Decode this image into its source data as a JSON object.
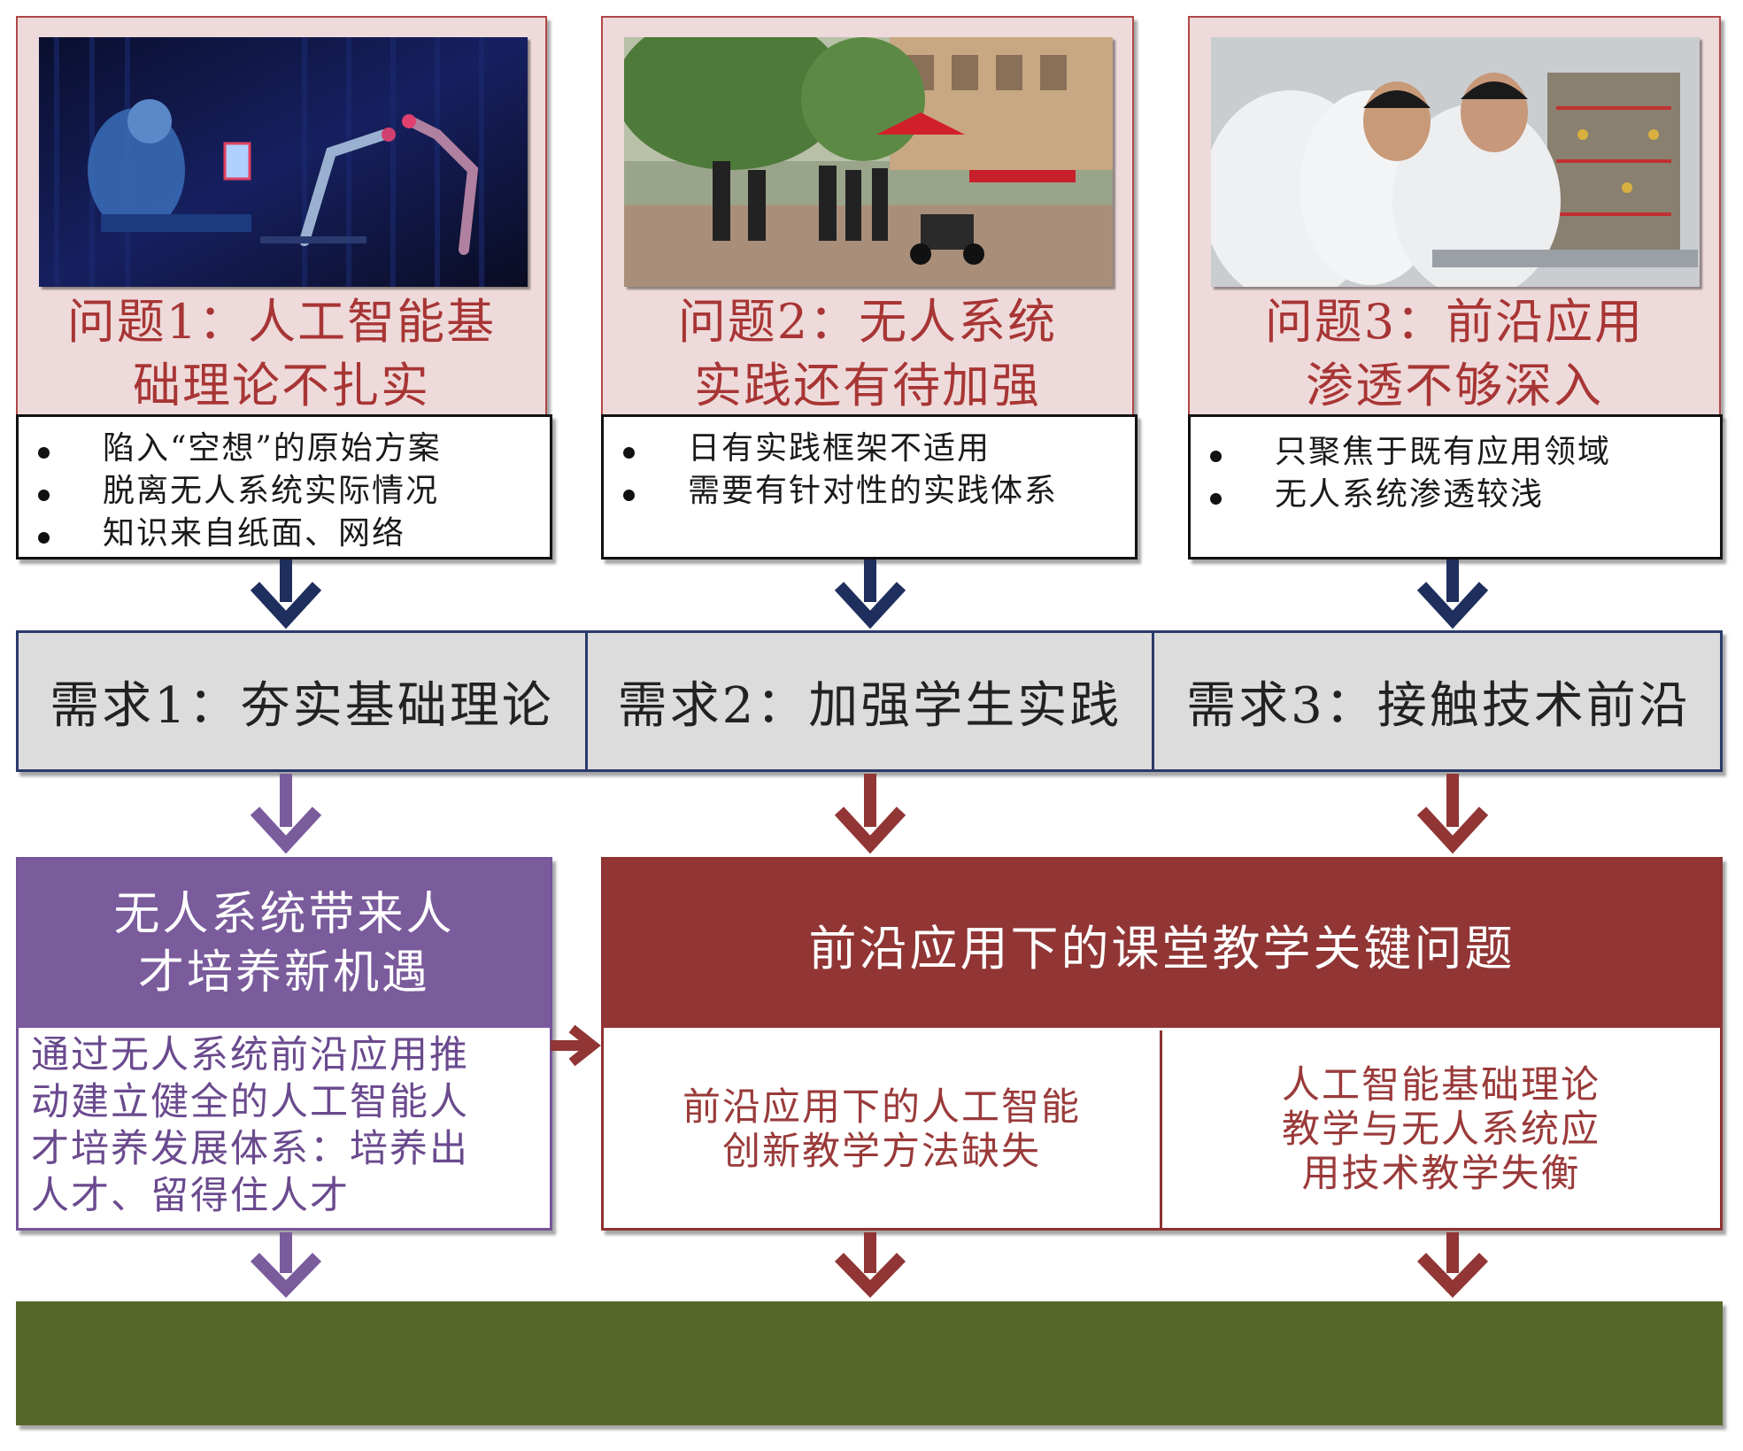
{
  "problems": [
    {
      "title_lines": [
        "问题1：人工智能基",
        "础理论不扎实"
      ],
      "bullets": [
        "陷入“空想”的原始方案",
        "脱离无人系统实际情况",
        "知识来自纸面、网络"
      ]
    },
    {
      "title_lines": [
        "问题2：无人系统",
        "实践还有待加强"
      ],
      "bullets": [
        "日有实践框架不适用",
        "需要有针对性的实践体系"
      ]
    },
    {
      "title_lines": [
        "问题3：前沿应用",
        "渗透不够深入"
      ],
      "bullets": [
        "只聚焦于既有应用领域",
        "无人系统渗透较浅"
      ]
    }
  ],
  "needs": [
    "需求1：夯实基础理论",
    "需求2：加强学生实践",
    "需求3：接触技术前沿"
  ],
  "opportunity": {
    "title_lines": [
      "无人系统带来人",
      "才培养新机遇"
    ],
    "body_lines": [
      "通过无人系统前沿应用推",
      "动建立健全的人工智能人",
      "才培养发展体系：培养出",
      "人才、留得住人才"
    ]
  },
  "key_issues": {
    "title": "前沿应用下的课堂教学关键问题",
    "items": [
      {
        "lines": [
          "前沿应用下的人工智能",
          "创新教学方法缺失"
        ]
      },
      {
        "lines": [
          "人工智能基础理论",
          "教学与无人系统应",
          "用技术教学失衡"
        ]
      }
    ]
  },
  "colors": {
    "problem_fill": "#eedada",
    "problem_text": "#a83535",
    "navy_arrow": "#1e2f5e",
    "purple": "#7a5b9c",
    "dark_red": "#913535",
    "need_fill": "#dcdcdc",
    "green_bar": "#566829"
  },
  "icons": [
    "lab-robot-arm-photo",
    "outdoor-robot-vehicle-photo",
    "lab-engineers-photo"
  ]
}
